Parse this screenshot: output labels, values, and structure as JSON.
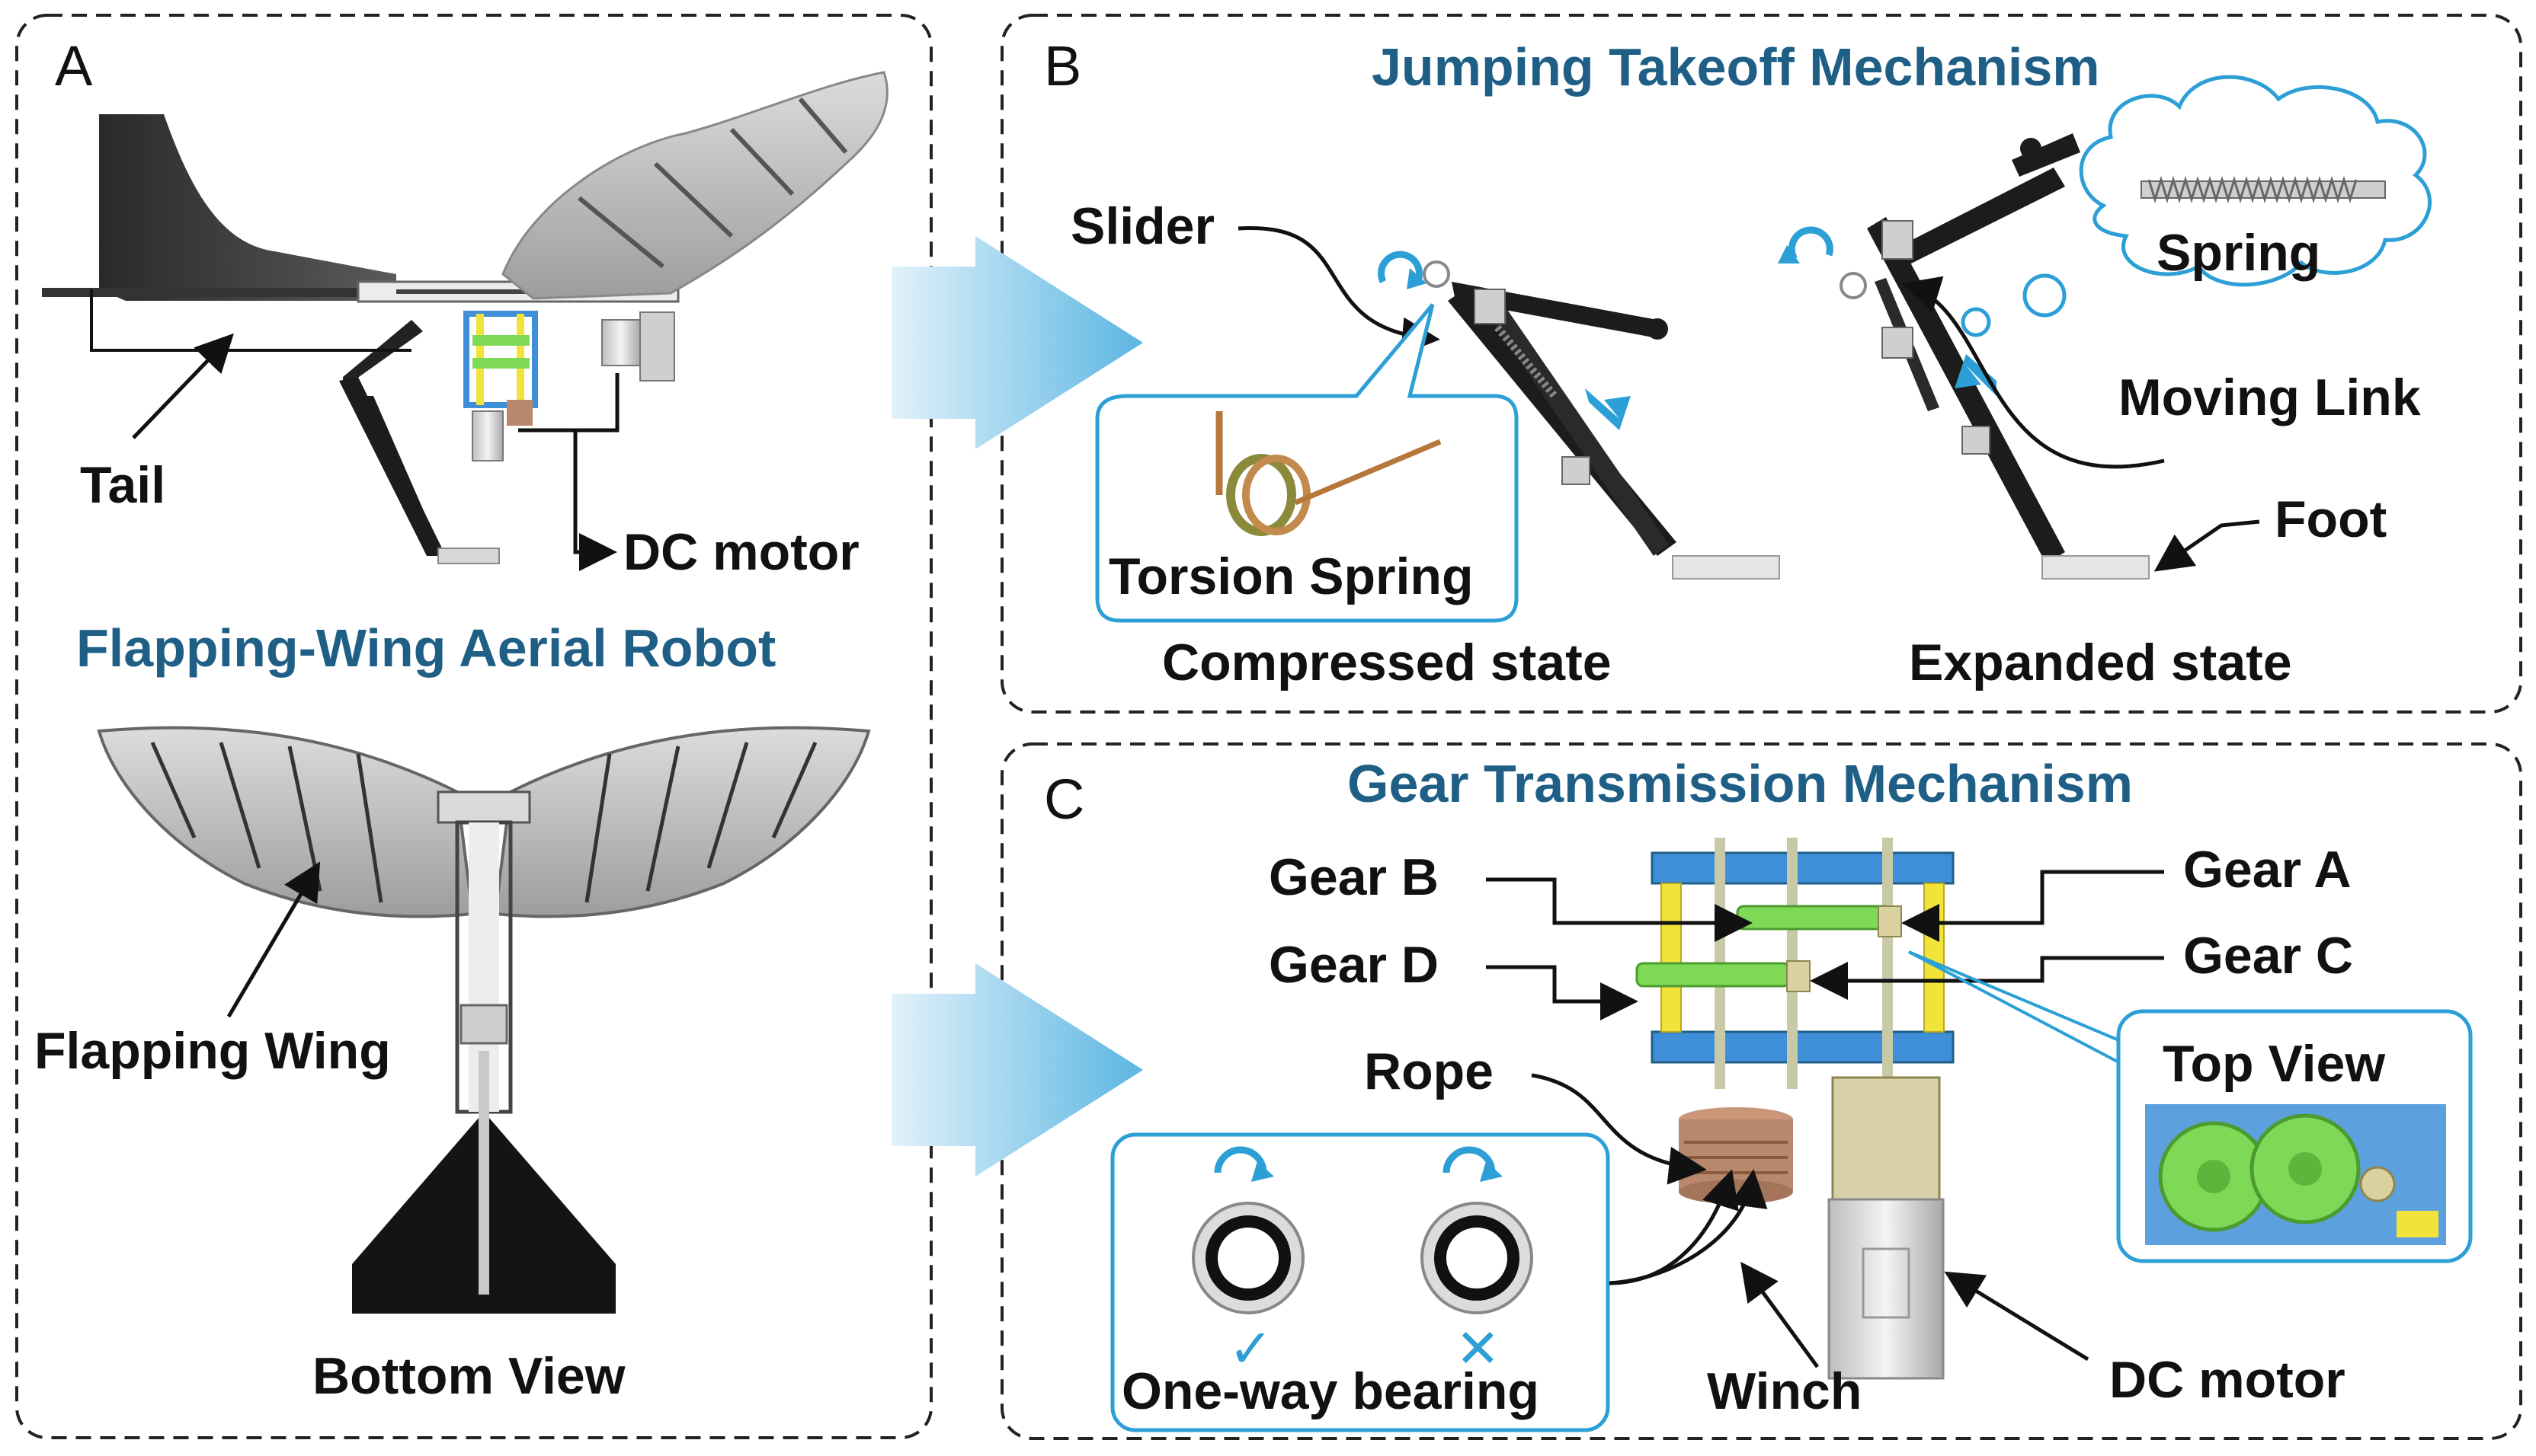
{
  "panels": {
    "a": {
      "letter": "A",
      "title": "Flapping-Wing Aerial Robot",
      "labels": {
        "tail": "Tail",
        "dc_motor": "DC motor",
        "flapping_wing": "Flapping Wing",
        "bottom_view": "Bottom View"
      }
    },
    "b": {
      "letter": "B",
      "title": "Jumping Takeoff Mechanism",
      "labels": {
        "slider": "Slider",
        "torsion_spring": "Torsion Spring",
        "compressed_state": "Compressed state",
        "spring": "Spring",
        "moving_link": "Moving Link",
        "foot": "Foot",
        "expanded_state": "Expanded state"
      }
    },
    "c": {
      "letter": "C",
      "title": "Gear Transmission Mechanism",
      "labels": {
        "gear_a": "Gear A",
        "gear_b": "Gear B",
        "gear_c": "Gear C",
        "gear_d": "Gear D",
        "rope": "Rope",
        "top_view": "Top View",
        "one_way_bearing": "One-way bearing",
        "winch": "Winch",
        "dc_motor": "DC motor",
        "check_mark": "✓",
        "cross_mark": "✕"
      }
    }
  },
  "colors": {
    "title_blue": "#1f5f86",
    "callout_blue": "#2b9fd6",
    "arrow_blue": "#8fcbe8",
    "gear_green": "#7ed957",
    "frame_blue": "#3f8fd8",
    "frame_yellow": "#f2e33a",
    "winch_brown": "#b9876b",
    "dark_link": "#1c1c1c",
    "wing_gray": "#c4c4c4"
  }
}
